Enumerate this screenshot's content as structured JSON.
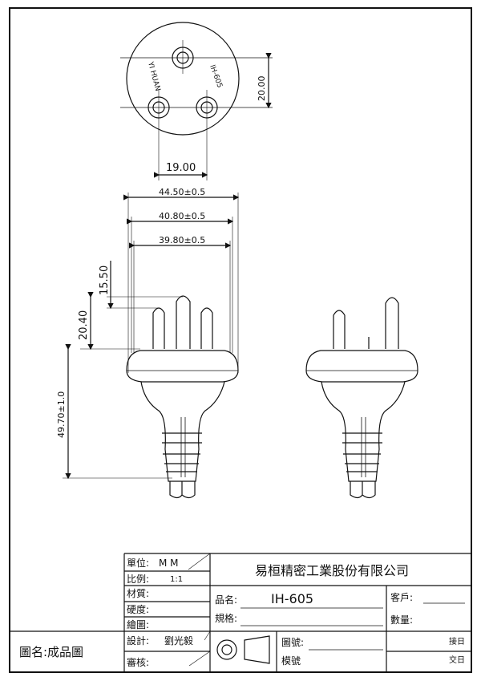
{
  "drawing": {
    "top_view": {
      "marking_left": "YI HUAN",
      "marking_right": "IH-605",
      "dim_height": "20.00",
      "dim_width": "19.00"
    },
    "front_view": {
      "dim_overall_width": "44.50±0.5",
      "dim_mid_width": "40.80±0.5",
      "dim_inner_width": "39.80±0.5",
      "dim_pin_top": "15.50",
      "dim_pin_length": "20.40",
      "dim_body_length": "49.70±1.0"
    }
  },
  "title_block": {
    "unit_label": "單位:",
    "unit_value": "M   M",
    "scale_label": "比例:",
    "scale_value": "1:1",
    "material_label": "材質:",
    "hardness_label": "硬度:",
    "drawn_by_label": "繪圖:",
    "designed_by_label": "設計:",
    "designer_name": "劉光毅",
    "reviewed_by_label": "審核:",
    "company": "易桓精密工業股份有限公司",
    "product_name_label": "品名:",
    "product_name_value": "IH-605",
    "spec_label": "規格:",
    "customer_label": "客戶:",
    "quantity_label": "數量:",
    "drawing_no_label": "圖號:",
    "mold_no_label": "模號",
    "receive_date_label": "接日",
    "delivery_date_label": "交日",
    "figure_name": "圖名:成品圖"
  }
}
